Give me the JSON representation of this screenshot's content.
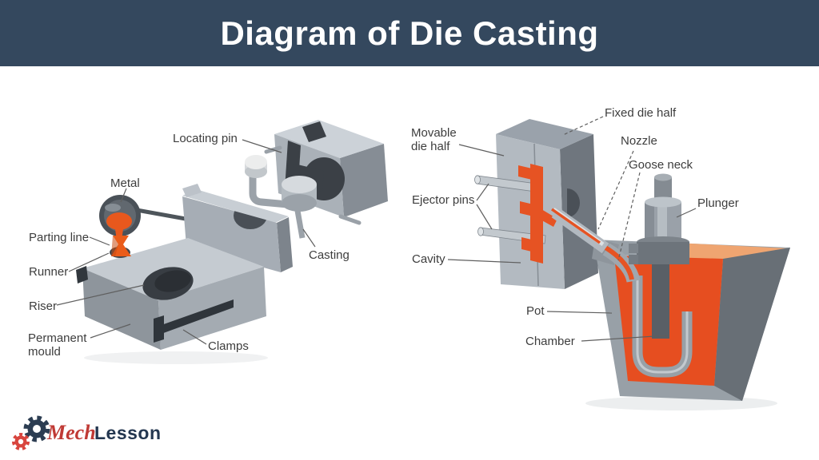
{
  "header": {
    "title": "Diagram of Die Casting",
    "bg_color": "#34485e",
    "text_color": "#ffffff"
  },
  "diagram_left": {
    "labels": [
      {
        "id": "locating-pin",
        "text": "Locating pin"
      },
      {
        "id": "metal",
        "text": "Metal"
      },
      {
        "id": "parting-line",
        "text": "Parting line"
      },
      {
        "id": "runner",
        "text": "Runner"
      },
      {
        "id": "riser",
        "text": "Riser"
      },
      {
        "id": "permanent-mould",
        "text": "Permanent mould",
        "line1": "Permanent",
        "line2": "mould"
      },
      {
        "id": "clamps",
        "text": "Clamps"
      },
      {
        "id": "casting",
        "text": "Casting"
      }
    ]
  },
  "diagram_right": {
    "labels": [
      {
        "id": "movable-die-half",
        "text": "Movable die half",
        "line1": "Movable",
        "line2": "die half"
      },
      {
        "id": "fixed-die-half",
        "text": "Fixed die half"
      },
      {
        "id": "nozzle",
        "text": "Nozzle"
      },
      {
        "id": "goose-neck",
        "text": "Goose neck"
      },
      {
        "id": "ejector-pins",
        "text": "Ejector pins"
      },
      {
        "id": "plunger",
        "text": "Plunger"
      },
      {
        "id": "cavity",
        "text": "Cavity"
      },
      {
        "id": "pot",
        "text": "Pot"
      },
      {
        "id": "chamber",
        "text": "Chamber"
      }
    ]
  },
  "branding": {
    "mech": "Mech",
    "lesson": "Lesson",
    "icons": [
      "gear-icon",
      "gear-icon-small"
    ],
    "gear_color_primary": "#2c3d52",
    "gear_color_secondary": "#d8453e",
    "mech_color": "#c03a35",
    "lesson_color": "#243750"
  },
  "colors": {
    "molten_metal": "#e65323",
    "molten_pot_face": "#e64e20",
    "molten_surface": "#efa571",
    "steel_light": "#c8ced4",
    "steel_mid": "#9aa2ab",
    "steel_dark": "#6f767e",
    "cavity_dark": "#3b4046",
    "label_text": "#3d3d3d"
  }
}
